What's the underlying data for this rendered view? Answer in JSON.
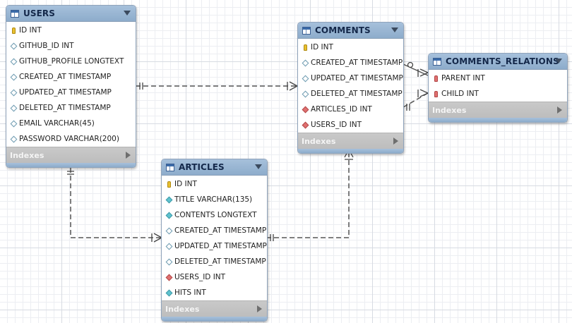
{
  "tables": {
    "users": {
      "name": "USERS",
      "columns": [
        {
          "text": "ID INT",
          "kind": "key"
        },
        {
          "text": "GITHUB_ID INT",
          "kind": "attr"
        },
        {
          "text": "GITHUB_PROFILE LONGTEXT",
          "kind": "attr"
        },
        {
          "text": "CREATED_AT TIMESTAMP",
          "kind": "attr"
        },
        {
          "text": "UPDATED_AT TIMESTAMP",
          "kind": "attr"
        },
        {
          "text": "DELETED_AT TIMESTAMP",
          "kind": "attr"
        },
        {
          "text": "EMAIL VARCHAR(45)",
          "kind": "attr"
        },
        {
          "text": "PASSWORD VARCHAR(200)",
          "kind": "attr"
        }
      ],
      "indexes": "Indexes"
    },
    "comments": {
      "name": "COMMENTS",
      "columns": [
        {
          "text": "ID INT",
          "kind": "key"
        },
        {
          "text": "CREATED_AT TIMESTAMP",
          "kind": "attr"
        },
        {
          "text": "UPDATED_AT TIMESTAMP",
          "kind": "attr"
        },
        {
          "text": "DELETED_AT TIMESTAMP",
          "kind": "attr"
        },
        {
          "text": "ARTICLES_ID INT",
          "kind": "fk"
        },
        {
          "text": "USERS_ID INT",
          "kind": "fk"
        }
      ],
      "indexes": "Indexes"
    },
    "comments_relations": {
      "name": "COMMENTS_RELATIONS",
      "columns": [
        {
          "text": "PARENT INT",
          "kind": "fkey"
        },
        {
          "text": "CHILD INT",
          "kind": "fkey"
        }
      ],
      "indexes": "Indexes"
    },
    "articles": {
      "name": "ARTICLES",
      "columns": [
        {
          "text": "ID INT",
          "kind": "key"
        },
        {
          "text": "TITLE VARCHAR(135)",
          "kind": "notnull"
        },
        {
          "text": "CONTENTS LONGTEXT",
          "kind": "notnull"
        },
        {
          "text": "CREATED_AT TIMESTAMP",
          "kind": "attr"
        },
        {
          "text": "UPDATED_AT TIMESTAMP",
          "kind": "attr"
        },
        {
          "text": "DELETED_AT TIMESTAMP",
          "kind": "attr"
        },
        {
          "text": "USERS_ID INT",
          "kind": "fk"
        },
        {
          "text": "HITS INT",
          "kind": "notnull"
        }
      ],
      "indexes": "Indexes"
    }
  },
  "colors": {
    "header": "#8daccb",
    "relationship_line": "#555555",
    "primary_key": "#e8c030",
    "foreign_key": "#e07070",
    "not_null": "#5fc3cf"
  }
}
